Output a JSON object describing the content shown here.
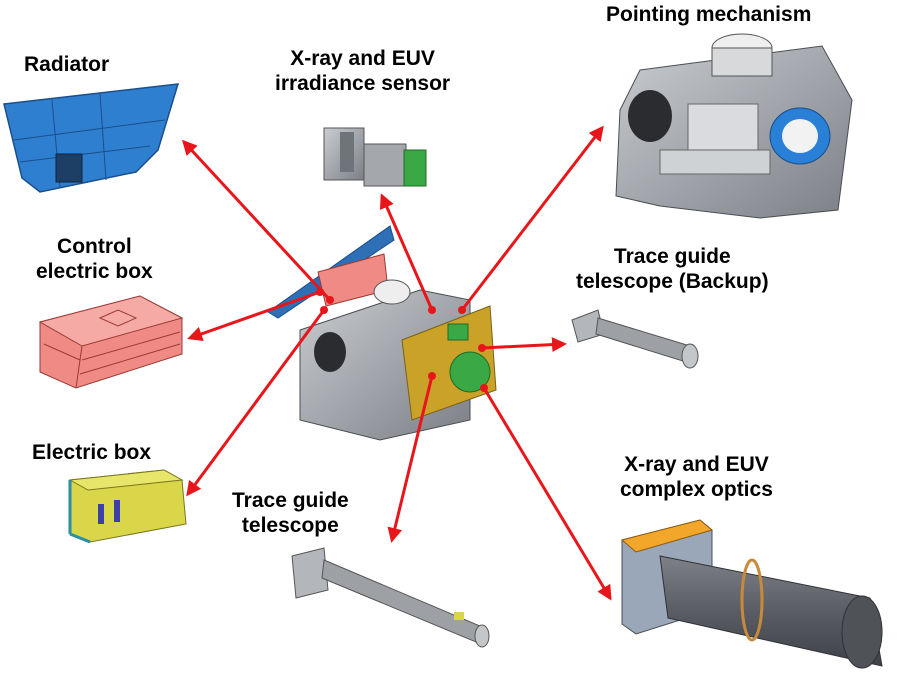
{
  "labels": {
    "radiator": [
      "Radiator"
    ],
    "xray_sensor": [
      "X-ray and EUV",
      "irradiance sensor"
    ],
    "pointing": [
      "Pointing mechanism"
    ],
    "control_box": [
      "Control",
      "electric box"
    ],
    "trace_backup": [
      "Trace guide",
      "telescope (Backup)"
    ],
    "electric_box": [
      "Electric box"
    ],
    "trace_guide": [
      "Trace guide",
      "telescope"
    ],
    "complex_optics": [
      "X-ray and EUV",
      "complex optics"
    ]
  },
  "colors": {
    "arrow": "#e8161b",
    "radiator": "#2f7fd0",
    "control_box": "#f08a84",
    "electric_box": "#d9d64a",
    "structure_gray": "#8e9296",
    "frame_gold": "#c9a227",
    "optics_orange": "#f2a62a",
    "optics_ring": "#c88a3a",
    "sensor_green": "#3aa845",
    "blue_ring": "#2a7fd6"
  },
  "icons": [
    "radiator-panel-image",
    "xray-euv-sensor-image",
    "pointing-mechanism-image",
    "control-electric-box-image",
    "trace-guide-backup-image",
    "electric-box-image",
    "trace-guide-telescope-image",
    "complex-optics-image",
    "central-assembly-image"
  ]
}
